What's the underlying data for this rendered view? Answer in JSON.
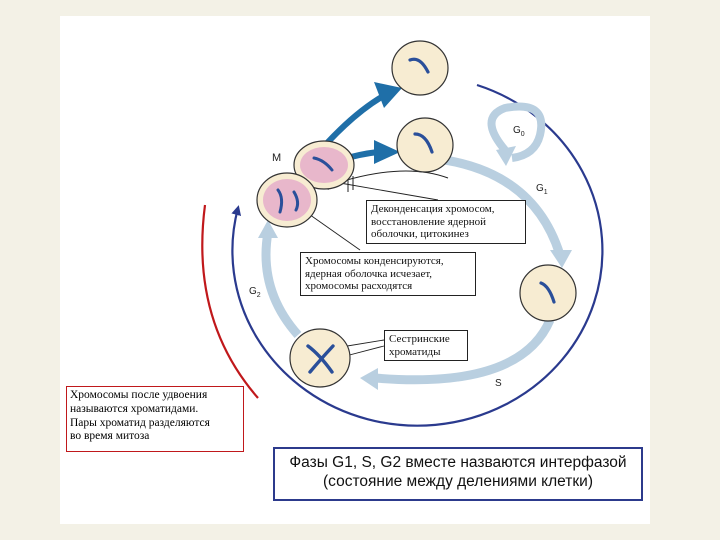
{
  "diagram": {
    "label_m": "M",
    "label_g0": "G",
    "label_g0_sub": "0",
    "label_g1": "G",
    "label_g1_sub": "1",
    "label_s": "S",
    "label_g2": "G",
    "label_g2_sub": "2"
  },
  "boxes": {
    "decondensation": [
      "Деконденсация хромосом,",
      "восстановление ядерной",
      "оболочки, цитокинез"
    ],
    "condensation": [
      "Хромосомы конденсируются,",
      "ядерная оболочка исчезает,",
      "хромосомы расходятся"
    ],
    "sister": [
      "Сестринские",
      "хроматиды"
    ],
    "chromatids_note": [
      "Хромосомы после удвоения",
      "называются хроматидами.",
      "Пары хроматид разделяются",
      "во время митоза"
    ],
    "interphase_note": [
      "Фазы G1, S, G2 вместе назваются интерфазой",
      "(состояние между делениями клетки)"
    ]
  },
  "colors": {
    "cycle_arrow": "#b9cfe0",
    "outer_arrow": "#2a3a8e",
    "red_arc": "#c0181b",
    "bold_arrow": "#1f6fa8",
    "cell_fill": "#f7ecd2",
    "mitosis_fill": "#e3a6c8"
  }
}
